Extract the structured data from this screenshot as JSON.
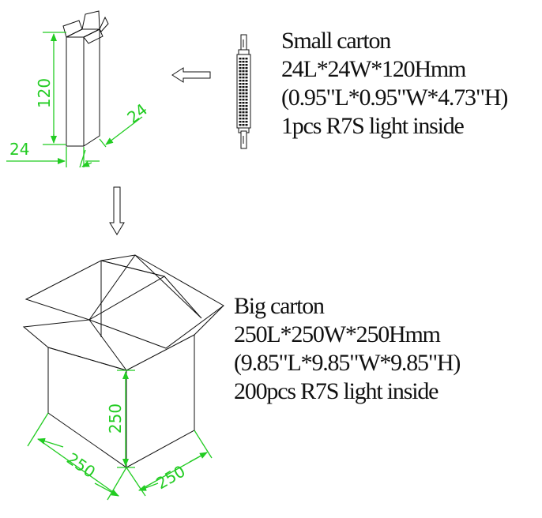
{
  "small_carton": {
    "height_label": "120",
    "width_label": "24",
    "depth_label": "24",
    "lines": [
      "Small carton",
      "24L*24W*120Hmm",
      "(0.95\"L*0.95\"W*4.73\"H)",
      "1pcs R7S light inside"
    ]
  },
  "big_carton": {
    "height_label": "250",
    "length_label": "250",
    "width_label": "250",
    "lines": [
      "Big carton",
      "250L*250W*250Hmm",
      "(9.85\"L*9.85\"W*9.85\"H)",
      "200pcs R7S light inside"
    ]
  },
  "colors": {
    "outline": "#111111",
    "dimension": "#22cc22"
  }
}
